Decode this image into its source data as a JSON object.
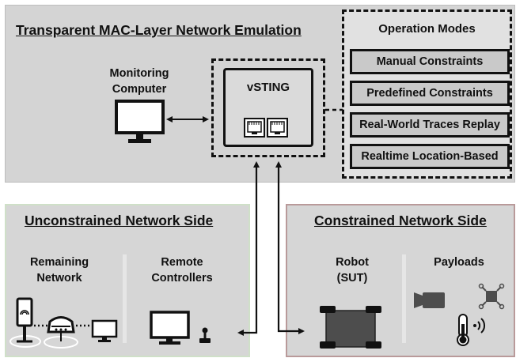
{
  "emulation": {
    "title": "Transparent MAC-Layer Network Emulation",
    "monitoring_line1": "Monitoring",
    "monitoring_line2": "Computer",
    "vsting_label": "vSTING"
  },
  "operation_modes": {
    "title": "Operation Modes",
    "items": [
      {
        "label": "Manual Constraints"
      },
      {
        "label": "Predefined Constraints"
      },
      {
        "label": "Real-World Traces Replay"
      },
      {
        "label": "Realtime Location-Based"
      }
    ]
  },
  "unconstrained": {
    "title": "Unconstrained Network Side",
    "remaining_line1": "Remaining",
    "remaining_line2": "Network",
    "remote_line1": "Remote",
    "remote_line2": "Controllers"
  },
  "constrained": {
    "title": "Constrained Network Side",
    "robot_line1": "Robot",
    "robot_line2": "(SUT)",
    "payloads": "Payloads"
  },
  "icons": [
    "monitor-icon",
    "ethernet-port-icon",
    "router-icon",
    "joystick-icon",
    "robot-icon",
    "camera-icon",
    "chip-icon",
    "thermometer-icon",
    "signal-icon"
  ],
  "colors": {
    "panel_gray": "#d4d4d4",
    "unconstrained_border": "#cfe0c8",
    "constrained_border": "#b99a9a",
    "modes_box": "#c9c9c9"
  }
}
